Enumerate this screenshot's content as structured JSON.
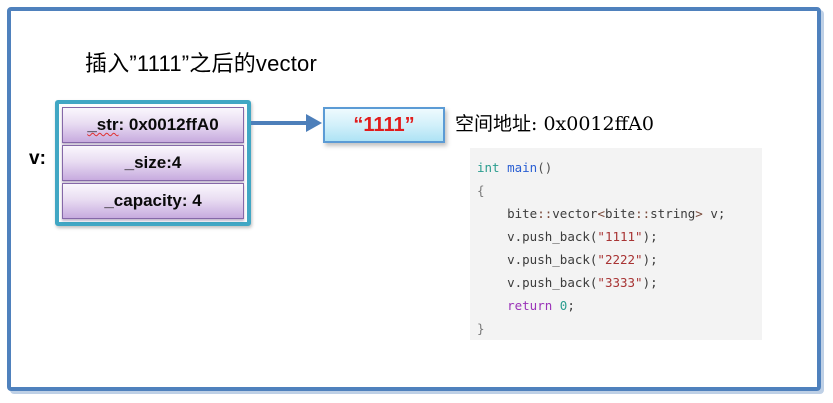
{
  "palette": {
    "frame_blue": "#4f81bd",
    "arrow_blue": "#4d7fba",
    "teal_border": "#41a7c4",
    "purple_border": "#8568a8",
    "purple_fill_bottom": "#c7abdf",
    "cyan_box_border": "#5b9bd5",
    "cyan_fill_bottom": "#aee3f5",
    "red_string_text": "#e11c1c",
    "squiggle_red": "#e03030",
    "code_background": "#f3f3f3"
  },
  "title": "插入”1111”之后的vector",
  "vector_box": {
    "label": "v:",
    "rows": [
      {
        "underlined_part": "_str",
        "normal_part": ": 0x0012ffA0"
      },
      {
        "underlined_part": "",
        "normal_part": "_size:4"
      },
      {
        "underlined_part": "",
        "normal_part": "_capacity: 4"
      }
    ]
  },
  "heap_box": {
    "text": "“1111”"
  },
  "address_label": "空间地址: 0x0012ffA0",
  "code": {
    "lines": [
      [
        {
          "t": "int",
          "c": "type"
        },
        {
          "t": " ",
          "c": "plain"
        },
        {
          "t": "main",
          "c": "fn"
        },
        {
          "t": "()",
          "c": "punct"
        }
      ],
      [
        {
          "t": "{",
          "c": "brace"
        }
      ],
      [
        {
          "t": "    ",
          "c": "plain"
        },
        {
          "t": "bite",
          "c": "plain"
        },
        {
          "t": "::",
          "c": "op"
        },
        {
          "t": "vector",
          "c": "plain"
        },
        {
          "t": "<",
          "c": "op"
        },
        {
          "t": "bite",
          "c": "plain"
        },
        {
          "t": "::",
          "c": "op"
        },
        {
          "t": "string",
          "c": "plain"
        },
        {
          "t": ">",
          "c": "op"
        },
        {
          "t": " v;",
          "c": "plain"
        }
      ],
      [
        {
          "t": "    ",
          "c": "plain"
        },
        {
          "t": "v.push_back(",
          "c": "plain"
        },
        {
          "t": "\"1111\"",
          "c": "str"
        },
        {
          "t": ");",
          "c": "plain"
        }
      ],
      [
        {
          "t": "    ",
          "c": "plain"
        },
        {
          "t": "v.push_back(",
          "c": "plain"
        },
        {
          "t": "\"2222\"",
          "c": "str"
        },
        {
          "t": ");",
          "c": "plain"
        }
      ],
      [
        {
          "t": "    ",
          "c": "plain"
        },
        {
          "t": "v.push_back(",
          "c": "plain"
        },
        {
          "t": "\"3333\"",
          "c": "str"
        },
        {
          "t": ");",
          "c": "plain"
        }
      ],
      [
        {
          "t": "    ",
          "c": "plain"
        },
        {
          "t": "return",
          "c": "kw"
        },
        {
          "t": " ",
          "c": "plain"
        },
        {
          "t": "0",
          "c": "num"
        },
        {
          "t": ";",
          "c": "plain"
        }
      ],
      [
        {
          "t": "}",
          "c": "brace"
        }
      ]
    ]
  }
}
